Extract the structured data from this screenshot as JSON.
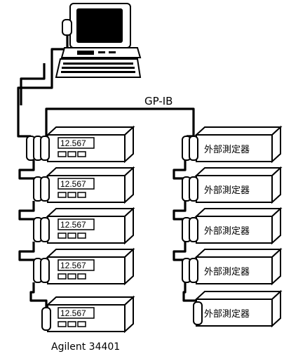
{
  "bus_label": "GP-IB",
  "instrument_caption": "Agilent 34401",
  "meters": [
    {
      "display": "12.567"
    },
    {
      "display": "12.567"
    },
    {
      "display": "12.567"
    },
    {
      "display": "12.567"
    },
    {
      "display": "12.567"
    }
  ],
  "external_instruments": [
    {
      "label": "外部測定器"
    },
    {
      "label": "外部測定器"
    },
    {
      "label": "外部測定器"
    },
    {
      "label": "外部測定器"
    },
    {
      "label": "外部測定器"
    }
  ]
}
